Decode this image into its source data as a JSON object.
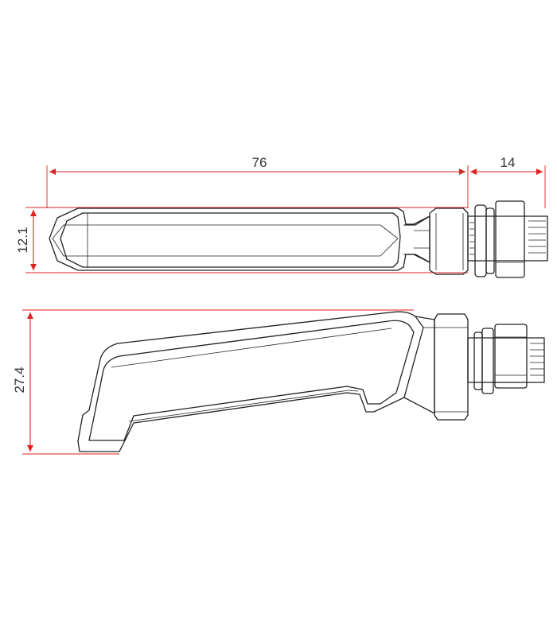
{
  "colors": {
    "dimension": "#e02020",
    "outline": "#222222",
    "text": "#333333",
    "background": "#ffffff"
  },
  "dimensions": {
    "body_length": "76",
    "bolt_length": "14",
    "top_height": "12.1",
    "side_height": "27.4"
  },
  "views": [
    "top-view",
    "side-view"
  ]
}
